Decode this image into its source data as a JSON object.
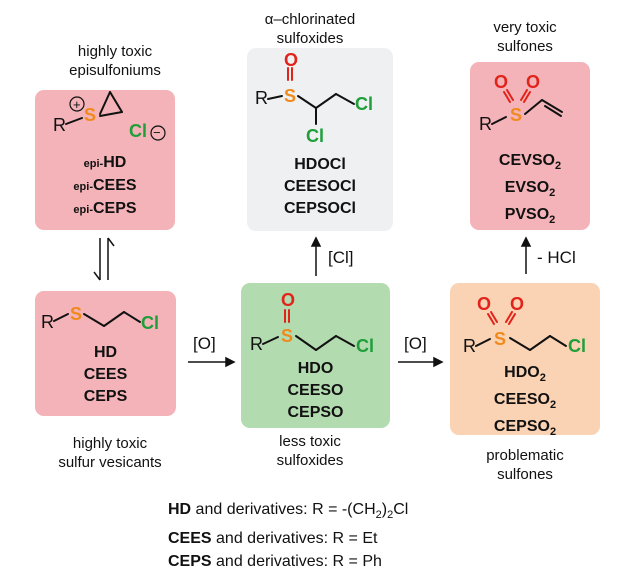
{
  "captions": {
    "episulfoniums": [
      "highly toxic",
      "episulfoniums"
    ],
    "chlorinated_sulfoxides": [
      "α–chlorinated",
      "sulfoxides"
    ],
    "sulfones_toxic": [
      "very toxic",
      "sulfones"
    ],
    "vesicants": [
      "highly toxic",
      "sulfur vesicants"
    ],
    "less_toxic": [
      "less toxic",
      "sulfoxides"
    ],
    "problematic": [
      "problematic",
      "sulfones"
    ]
  },
  "compounds": {
    "episulfoniums": [
      {
        "prefix": "epi-",
        "name": "HD"
      },
      {
        "prefix": "epi-",
        "name": "CEES"
      },
      {
        "prefix": "epi-",
        "name": "CEPS"
      }
    ],
    "chlorinated_sulfoxides": [
      "HDOCl",
      "CEESOCl",
      "CEPSOCl"
    ],
    "vinyl_sulfones": [
      {
        "base": "CEVSO",
        "sub": "2"
      },
      {
        "base": "EVSO",
        "sub": "2"
      },
      {
        "base": "PVSO",
        "sub": "2"
      }
    ],
    "vesicants": [
      "HD",
      "CEES",
      "CEPS"
    ],
    "sulfoxides": [
      "HDO",
      "CEESO",
      "CEPSO"
    ],
    "sulfones": [
      {
        "base": "HDO",
        "sub": "2"
      },
      {
        "base": "CEESO",
        "sub": "2"
      },
      {
        "base": "CEPSO",
        "sub": "2"
      }
    ]
  },
  "atoms": {
    "S": "S",
    "O": "O",
    "Cl": "Cl",
    "R": "R",
    "plus": "+",
    "minus": "−"
  },
  "arrows": {
    "oxidation_1": "[O]",
    "oxidation_2": "[O]",
    "chlorination": "[Cl]",
    "elimination": "- HCl"
  },
  "legend": [
    {
      "bold": "HD",
      "text": " and derivatives: R = -(CH",
      "sub": "2",
      "tail": ")",
      "sub2": "2",
      "end": "Cl"
    },
    {
      "bold": "CEES",
      "text": " and derivatives: R = Et"
    },
    {
      "bold": "CEPS",
      "text": " and derivatives: R = Ph"
    }
  ],
  "colors": {
    "sulfur": "#f08a1c",
    "oxygen": "#e2231a",
    "chlorine": "#1f9e3a",
    "pink": "#f3b3b8",
    "grey": "#eef0f2",
    "green": "#b3dbb0",
    "peach": "#fad2b4"
  }
}
